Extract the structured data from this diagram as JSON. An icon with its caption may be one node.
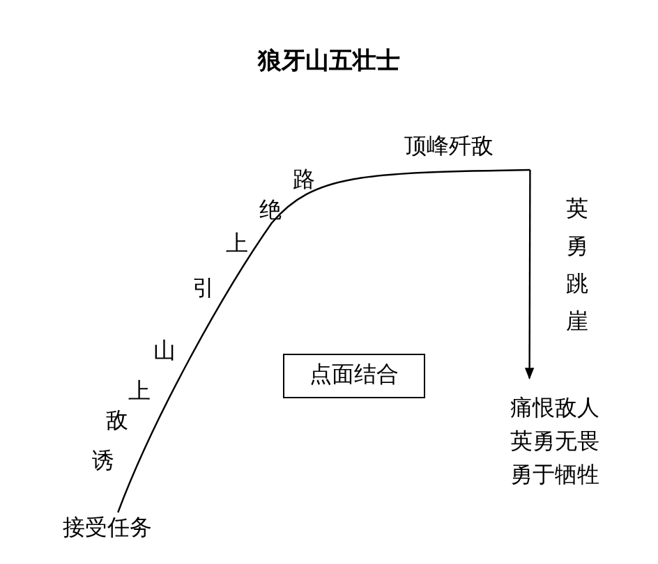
{
  "diagram": {
    "title": "狼牙山五壮士",
    "nodes": [
      {
        "text": [
          "接受任务"
        ]
      },
      {
        "text": [
          "顶峰歼敌"
        ]
      },
      {
        "text": [
          "痛恨敌人",
          "英勇无畏",
          "勇于牺牲"
        ]
      },
      {
        "text": [
          "点面结合"
        ]
      }
    ],
    "edges": [
      {
        "from": 0,
        "to": 1,
        "arrow": "none"
      },
      {
        "from": 1,
        "to": 2,
        "arrow": "to",
        "label": "英勇跳崖"
      }
    ],
    "labels": [
      "诱敌上山",
      "引上绝路"
    ]
  }
}
